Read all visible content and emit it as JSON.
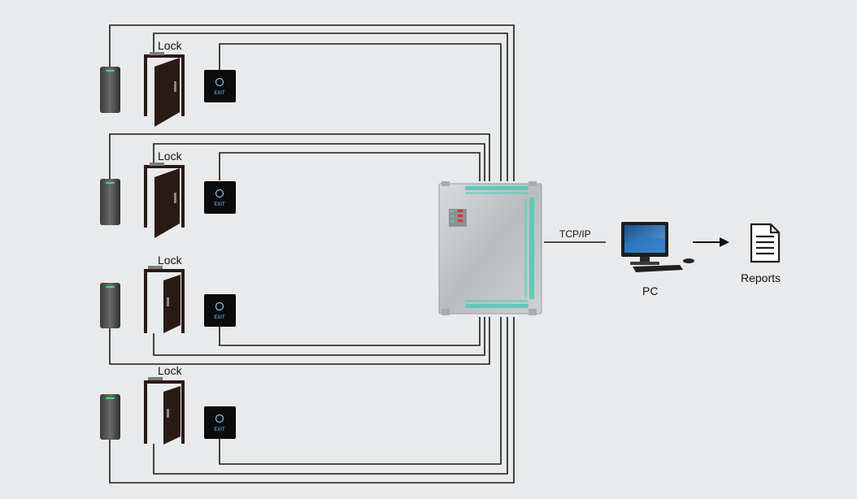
{
  "doors": [
    {
      "lock_label": "Lock",
      "exit_text": "EXIT"
    },
    {
      "lock_label": "Lock",
      "exit_text": "EXIT"
    },
    {
      "lock_label": "Lock",
      "exit_text": "EXIT"
    },
    {
      "lock_label": "Lock",
      "exit_text": "EXIT"
    }
  ],
  "network": {
    "label": "TCP/IP"
  },
  "pc": {
    "label": "PC"
  },
  "reports": {
    "label": "Reports"
  },
  "colors": {
    "background": "#e9eaeb",
    "wire": "#1a1a1a",
    "door": "#2a1a15",
    "panel": "#c7c9cb",
    "terminal": "#5fc9b8",
    "reader_led": "#3ee06a",
    "status_led": "#e03030"
  }
}
